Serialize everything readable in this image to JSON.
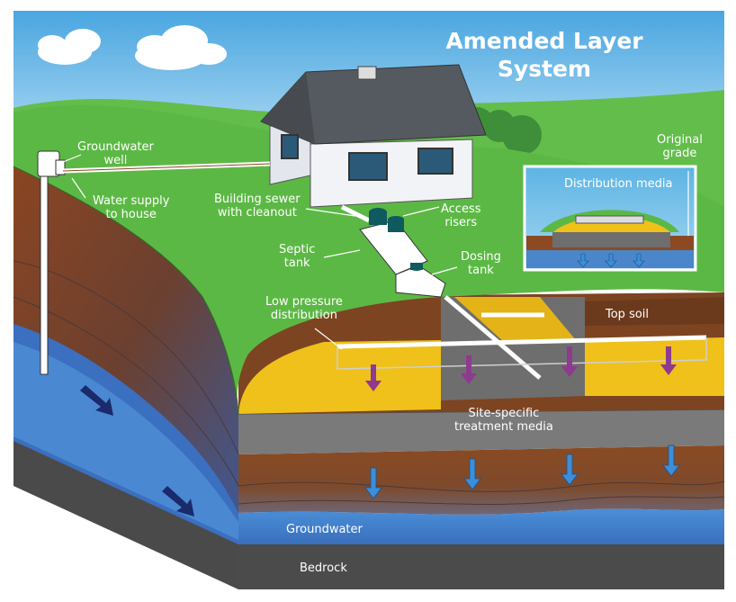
{
  "title": {
    "line1": "Amended Layer",
    "line2": "System"
  },
  "labels": {
    "groundwater_well": [
      "Groundwater",
      "well"
    ],
    "water_supply": [
      "Water supply",
      "to house"
    ],
    "building_sewer": [
      "Building sewer",
      "with cleanout"
    ],
    "access_risers": [
      "Access",
      "risers"
    ],
    "septic_tank": [
      "Septic",
      "tank"
    ],
    "dosing_tank": [
      "Dosing",
      "tank"
    ],
    "low_pressure": [
      "Low pressure",
      "distribution"
    ],
    "top_soil": "Top soil",
    "treatment_media": [
      "Site-specific",
      "treatment media"
    ],
    "groundwater": "Groundwater",
    "bedrock": "Bedrock",
    "original_grade": [
      "Original",
      "grade"
    ],
    "distribution_media": "Distribution media"
  },
  "colors": {
    "sky": "#5fb3e3",
    "grass": "#5cb845",
    "soil": "#8b4a22",
    "treatment_media": "#efc11a",
    "gravel": "#7a7a7a",
    "groundwater": "#3f7fd0",
    "bedrock": "#4a4a4a",
    "effluent_arrow": "#8e3a8e",
    "water_arrow": "#3b8fd9"
  }
}
